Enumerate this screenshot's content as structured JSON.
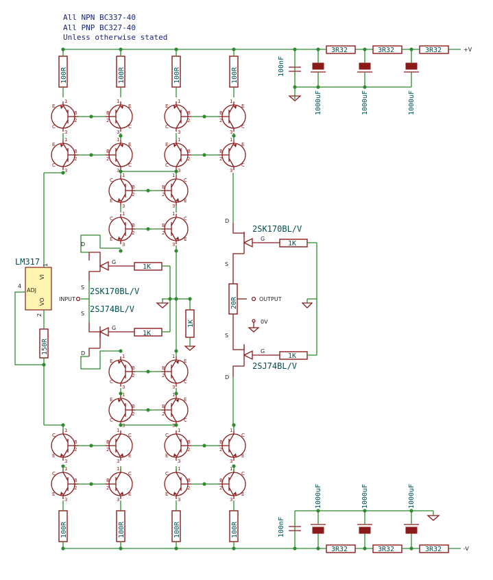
{
  "notes": [
    "All NPN BC337-40",
    "All PNP BC327-40",
    "Unless otherwise stated"
  ],
  "regulator": {
    "name": "LM317",
    "pin_vi": "VI",
    "pin_vo": "VO",
    "pin_adj": "ADJ",
    "pin1": "1",
    "pin2": "2",
    "pin4": "4",
    "adj_resistor": "150R"
  },
  "rail_resistors": {
    "r100": "100R",
    "r3r32": "3R32",
    "c100n": "100nF",
    "c1000u": "1000uF"
  },
  "fets": {
    "n_jfet": "2SK170BL/V",
    "p_jfet": "2SJ74BL/V",
    "gate": "G",
    "drain": "D",
    "source": "S"
  },
  "gate_resistor": "1K",
  "output_resistor": "20R",
  "labels": {
    "input": "INPUT",
    "output": "OUTPUT",
    "zero_v": "0V",
    "plus_v": "+V",
    "minus_v": "-V"
  },
  "pins": {
    "b": "B",
    "e": "E",
    "c": "C",
    "p1": "1",
    "p2": "2",
    "p3": "3"
  }
}
